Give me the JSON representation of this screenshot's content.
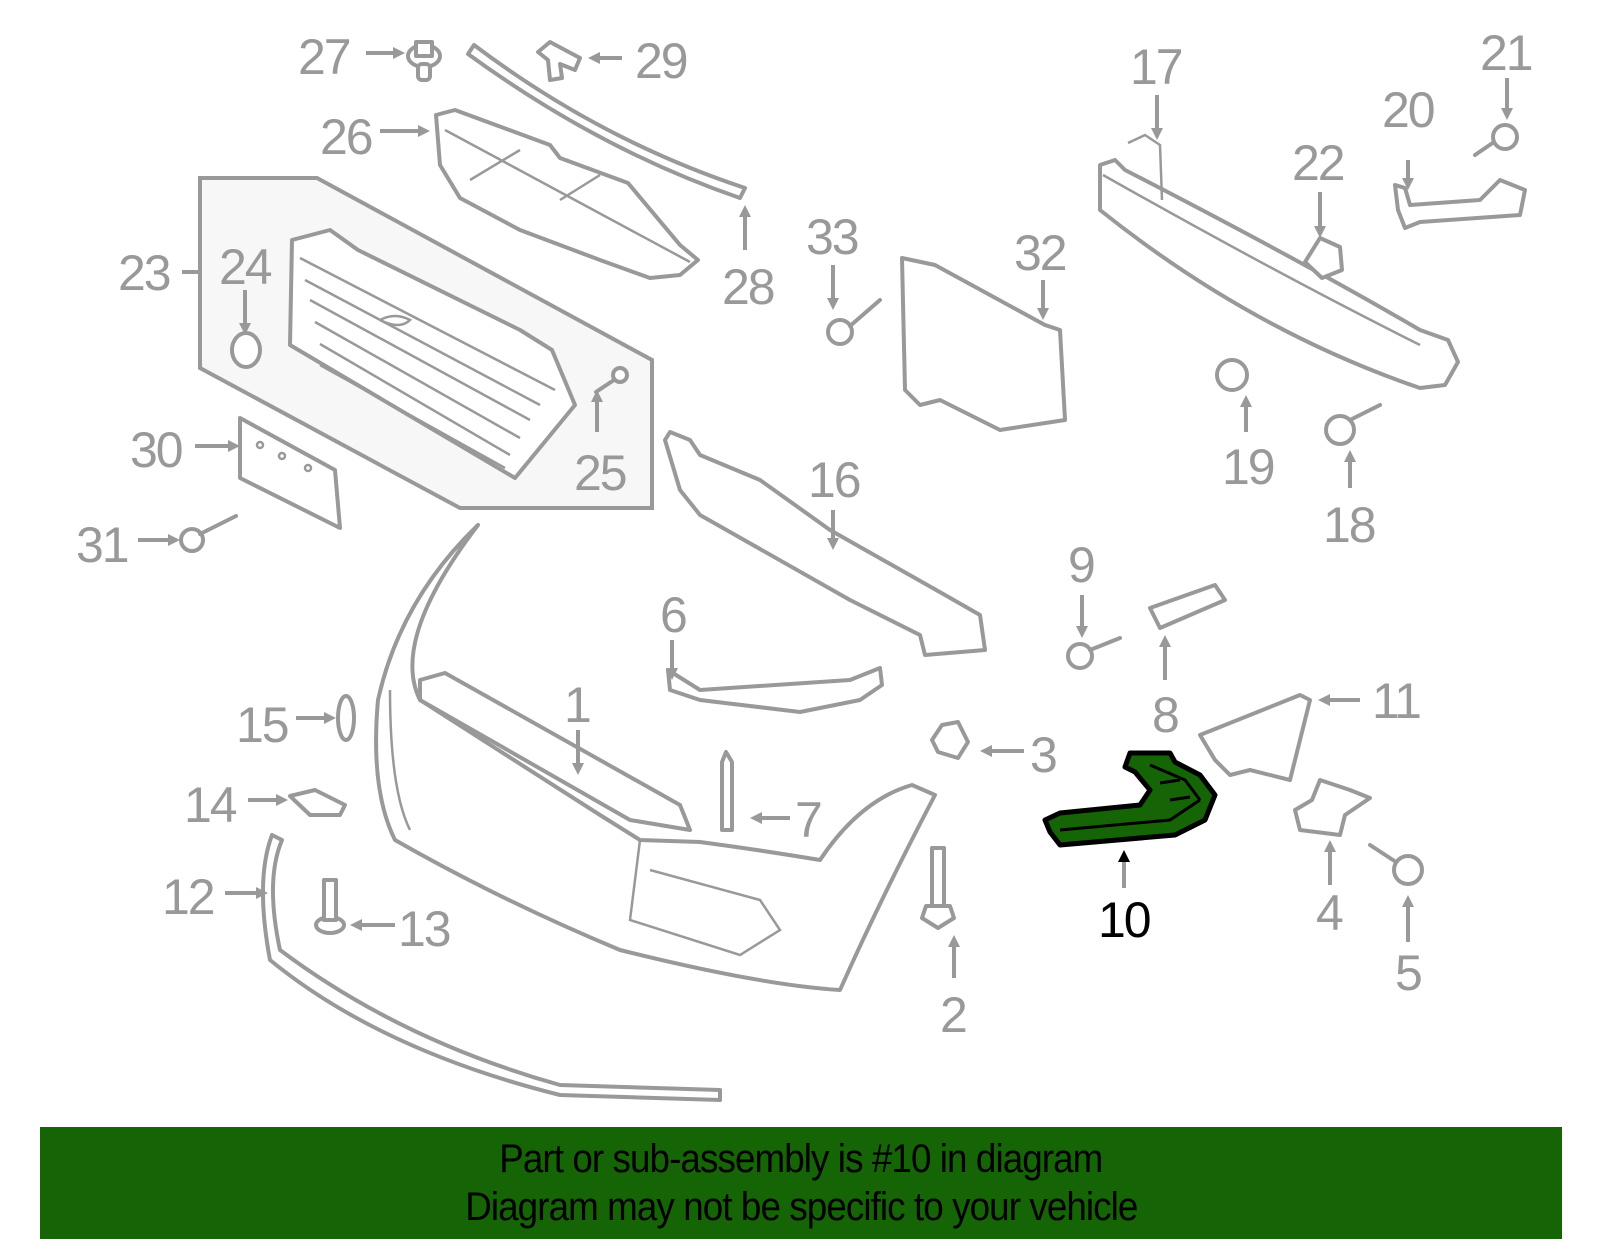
{
  "diagram": {
    "title": "Front bumper parts diagram",
    "highlight_color": "#156405",
    "line_color": "#999999",
    "selected_part": "10",
    "labels": {
      "p1": "1",
      "p2": "2",
      "p3": "3",
      "p4": "4",
      "p5": "5",
      "p6": "6",
      "p7": "7",
      "p8": "8",
      "p9": "9",
      "p10": "10",
      "p11": "11",
      "p12": "12",
      "p13": "13",
      "p14": "14",
      "p15": "15",
      "p16": "16",
      "p17": "17",
      "p18": "18",
      "p19": "19",
      "p20": "20",
      "p21": "21",
      "p22": "22",
      "p23": "23",
      "p24": "24",
      "p25": "25",
      "p26": "26",
      "p27": "27",
      "p28": "28",
      "p29": "29",
      "p30": "30",
      "p31": "31",
      "p32": "32",
      "p33": "33"
    }
  },
  "banner": {
    "line1": "Part or sub-assembly is #10 in diagram",
    "line2": "Diagram may not be specific to your vehicle",
    "background": "#156405"
  }
}
